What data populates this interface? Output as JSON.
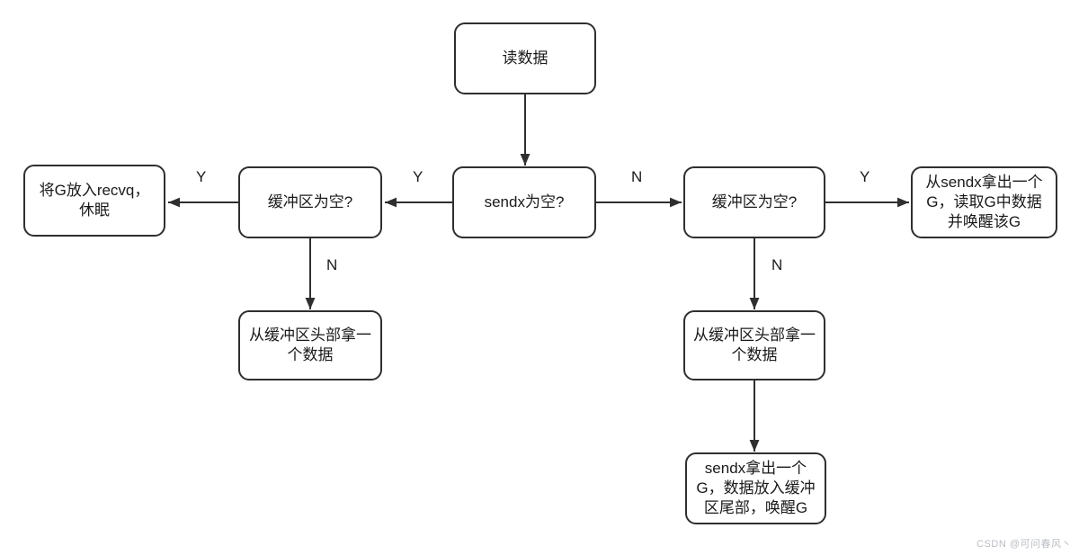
{
  "diagram": {
    "nodes": {
      "read_data": {
        "label": "读数据"
      },
      "sendx_empty": {
        "label": "sendx为空?"
      },
      "buffer_empty_left": {
        "label": "缓冲区为空?"
      },
      "put_g_into_recvq": {
        "label": "将G放入recvq，\n休眠"
      },
      "take_from_head_left": {
        "label": "从缓冲区头部拿一\n个数据"
      },
      "buffer_empty_right": {
        "label": "缓冲区为空?"
      },
      "take_g_from_sendx": {
        "label": "从sendx拿出一个\nG，读取G中数据\n并唤醒该G"
      },
      "take_from_head_right": {
        "label": "从缓冲区头部拿一\n个数据"
      },
      "sendx_take_g_put_tail": {
        "label": "sendx拿出一个\nG，数据放入缓冲\n区尾部，唤醒G"
      }
    },
    "edges": [
      {
        "from": "read_data",
        "to": "sendx_empty",
        "label": ""
      },
      {
        "from": "sendx_empty",
        "to": "buffer_empty_left",
        "label": "Y"
      },
      {
        "from": "buffer_empty_left",
        "to": "put_g_into_recvq",
        "label": "Y"
      },
      {
        "from": "buffer_empty_left",
        "to": "take_from_head_left",
        "label": "N"
      },
      {
        "from": "sendx_empty",
        "to": "buffer_empty_right",
        "label": "N"
      },
      {
        "from": "buffer_empty_right",
        "to": "take_g_from_sendx",
        "label": "Y"
      },
      {
        "from": "buffer_empty_right",
        "to": "take_from_head_right",
        "label": "N"
      },
      {
        "from": "take_from_head_right",
        "to": "sendx_take_g_put_tail",
        "label": ""
      }
    ],
    "colors": {
      "stroke": "#2f2f2f",
      "text": "#1a1a1a",
      "watermark": "#b9bdc3"
    }
  },
  "watermark": "CSDN @可问春风丶"
}
